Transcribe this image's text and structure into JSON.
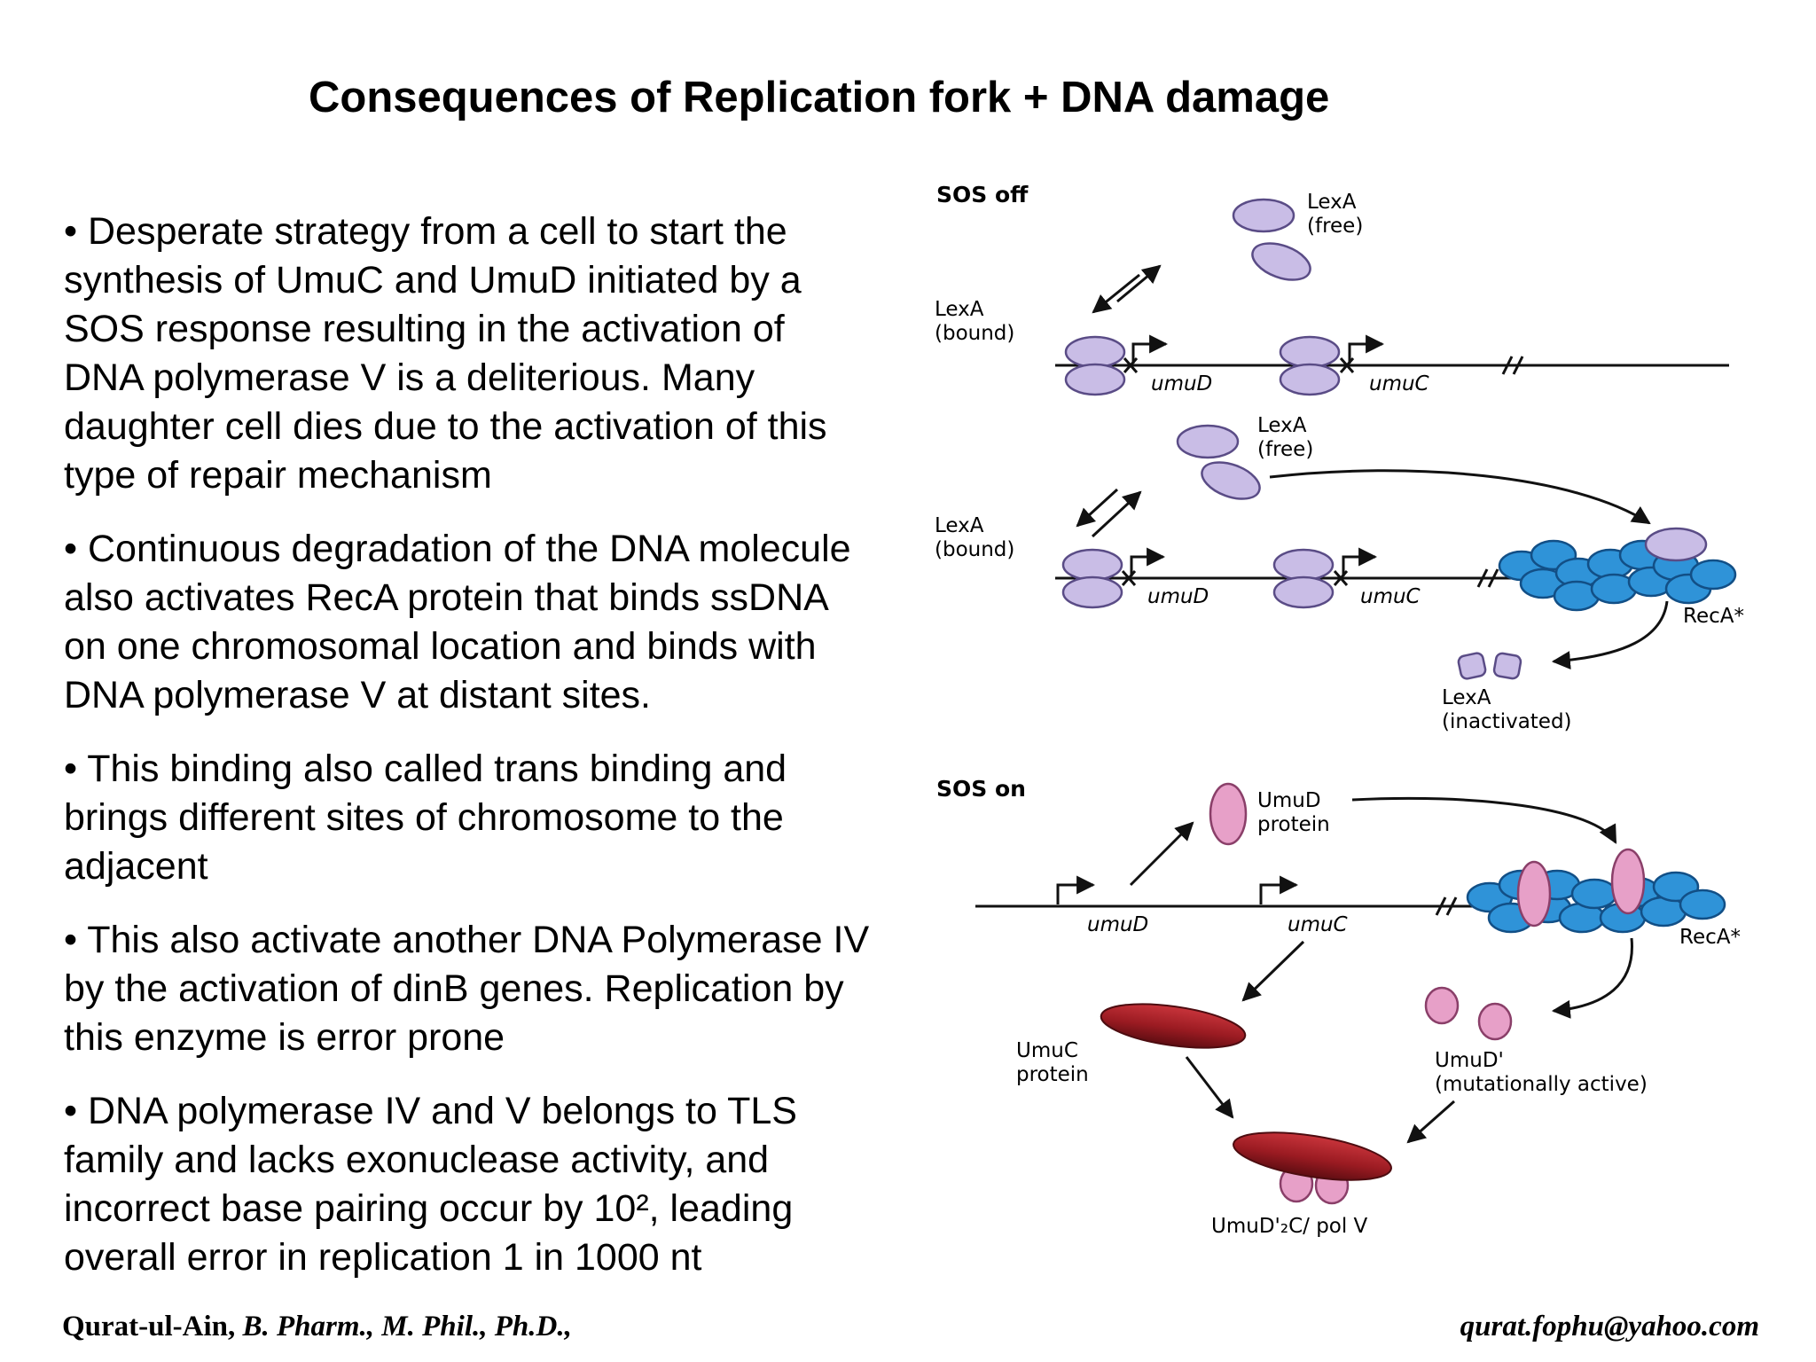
{
  "slide": {
    "title": "Consequences of Replication fork + DNA damage",
    "bullets": [
      {
        "lines": [
          "• Desperate strategy from a cell to start the",
          "synthesis of UmuC and UmuD initiated by a",
          "SOS response resulting in the activation of",
          "DNA polymerase V is a deliterious. Many",
          "daughter cell dies due to the activation of this",
          "type of repair mechanism"
        ]
      },
      {
        "lines": [
          "• Continuous degradation of the DNA molecule",
          "also activates RecA protein that binds ssDNA",
          "on one chromosomal location and binds with",
          "DNA polymerase V at distant sites."
        ]
      },
      {
        "lines": [
          "• This binding also called trans binding and",
          "brings different sites of chromosome to the",
          "adjacent"
        ]
      },
      {
        "lines": [
          "• This also activate another DNA Polymerase IV",
          "by the activation of dinB genes. Replication by",
          "this enzyme is error prone"
        ]
      },
      {
        "lines": [
          "• DNA polymerase IV and V belongs to TLS",
          "family and lacks exonuclease activity, and",
          "incorrect base pairing occur by 10², leading",
          "overall error in replication 1 in 1000 nt"
        ]
      }
    ]
  },
  "footer": {
    "author_name": "Qurat-ul-Ain,",
    "author_degrees": "B. Pharm., M. Phil., Ph.D.,",
    "email": "qurat.fophu@yahoo.com"
  },
  "diagram": {
    "colors": {
      "lexa": "#c9bde6",
      "lexa_edge": "#5a4c86",
      "reca": "#2f93d8",
      "reca_edge": "#124f86",
      "umud": "#e7a0c8",
      "umud_edge": "#8a3f69",
      "umuc": "#9b1b22",
      "umuc_edge": "#4d0c10"
    },
    "panel1": {
      "label": "SOS off",
      "lexa_free_1": "LexA",
      "lexa_free_2": "(free)",
      "lexa_bound_1": "LexA",
      "lexa_bound_2": "(bound)",
      "gene1": "umuD",
      "gene2": "umuC"
    },
    "panel2": {
      "lexa_free_1": "LexA",
      "lexa_free_2": "(free)",
      "lexa_bound_1": "LexA",
      "lexa_bound_2": "(bound)",
      "gene1": "umuD",
      "gene2": "umuC",
      "reca": "RecA*",
      "lexa_inact_1": "LexA",
      "lexa_inact_2": "(inactivated)"
    },
    "panel3": {
      "label": "SOS on",
      "umud_protein_1": "UmuD",
      "umud_protein_2": "protein",
      "gene1": "umuD",
      "gene2": "umuC",
      "reca": "RecA*",
      "umuc_protein_1": "UmuC",
      "umuc_protein_2": "protein",
      "umud_prime_1": "UmuD'",
      "umud_prime_2": "(mutationally active)",
      "polv": "UmuD'₂C/ pol V"
    }
  }
}
